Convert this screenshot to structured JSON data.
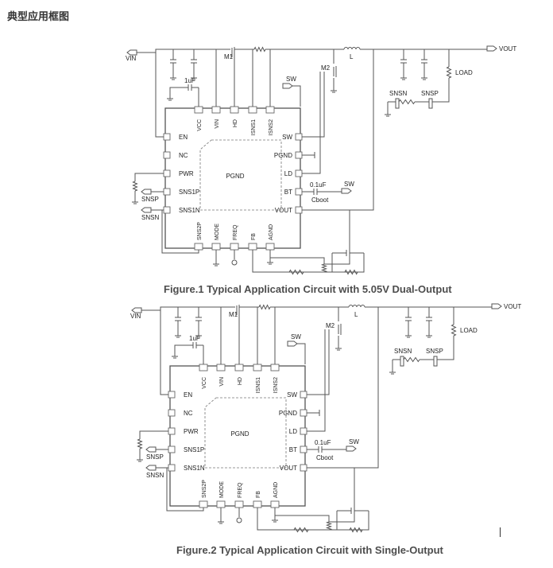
{
  "page_title": "典型应用框图",
  "figures": [
    {
      "caption": "Figure.1 Typical Application Circuit with 5.05V Dual-Output",
      "top_pins": [
        "VCC",
        "VIN",
        "HD",
        "ISNS1",
        "ISNS2"
      ],
      "left_pins": [
        "EN",
        "NC",
        "PWR",
        "SNS1P",
        "SNS1N"
      ],
      "right_pins": [
        "SW",
        "PGND",
        "LD",
        "BT",
        "VOUT"
      ],
      "bottom_pins": [
        "SNS2P",
        "MODE",
        "FREQ",
        "FB",
        "AGND"
      ],
      "core": "PGND",
      "labels": {
        "vin": "VIN",
        "vout": "VOUT",
        "m1": "M1",
        "m2": "M2",
        "l": "L",
        "load": "LOAD",
        "sw_m2": "SW",
        "cap_vcc": "1uF",
        "cap_bt": "0.1uF",
        "cboot": "Cboot",
        "sw_bt": "SW",
        "snsn_top": "SNSN",
        "snsp_top": "SNSP",
        "snsp_side": "SNSP",
        "snsn_side": "SNSN"
      }
    },
    {
      "caption": "Figure.2 Typical Application Circuit with Single-Output",
      "top_pins": [
        "VCC",
        "VIN",
        "HD",
        "ISNS1",
        "ISNS2"
      ],
      "left_pins": [
        "EN",
        "NC",
        "PWR",
        "SNS1P",
        "SNS1N"
      ],
      "right_pins": [
        "SW",
        "PGND",
        "LD",
        "BT",
        "VOUT"
      ],
      "bottom_pins": [
        "SNS2P",
        "MODE",
        "FREQ",
        "FB",
        "AGND"
      ],
      "core": "PGND",
      "labels": {
        "vin": "VIN",
        "vout": "VOUT",
        "m1": "M1",
        "m2": "M2",
        "l": "L",
        "load": "LOAD",
        "sw_m2": "SW",
        "cap_vcc": "1uF",
        "cap_bt": "0.1uF",
        "cboot": "Cboot",
        "sw_bt": "SW",
        "snsn_top": "SNSN",
        "snsp_top": "SNSP",
        "snsp_side": "SNSP",
        "snsn_side": "SNSN"
      }
    }
  ]
}
